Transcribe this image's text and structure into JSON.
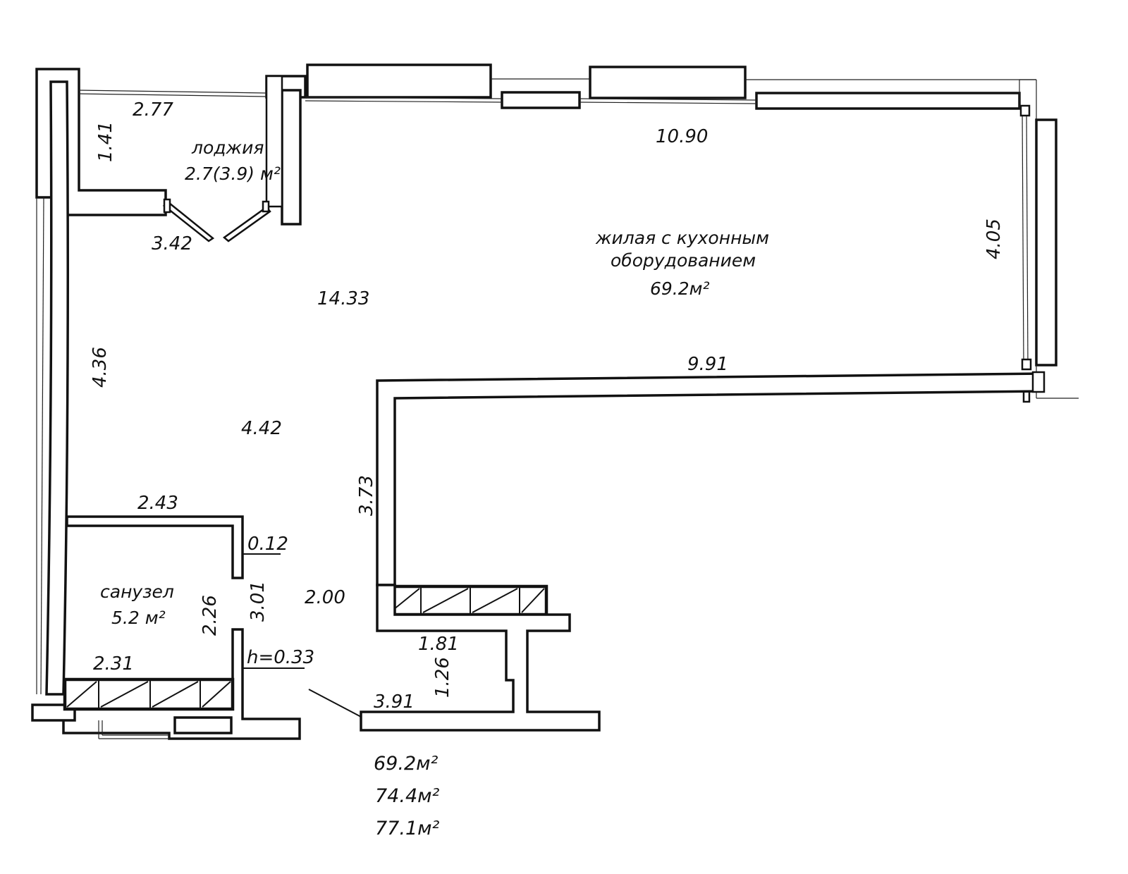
{
  "rooms": {
    "loggia": {
      "name": "лоджия",
      "area": "2.7(3.9) м²"
    },
    "living": {
      "name_line1": "жилая с кухонным",
      "name_line2": "оборудованием",
      "area": "69.2м²"
    },
    "bathroom": {
      "name": "санузел",
      "area": "5.2 м²"
    }
  },
  "dimensions": {
    "d_2_77": "2.77",
    "d_1_41": "1.41",
    "d_3_42": "3.42",
    "d_10_90": "10.90",
    "d_4_05": "4.05",
    "d_14_33": "14.33",
    "d_9_91": "9.91",
    "d_4_36": "4.36",
    "d_4_42": "4.42",
    "d_3_73": "3.73",
    "d_2_43": "2.43",
    "d_0_12": "0.12",
    "d_2_26": "2.26",
    "d_3_01": "3.01",
    "d_2_00": "2.00",
    "d_1_81": "1.81",
    "d_2_31": "2.31",
    "d_h": "h=0.33",
    "d_1_26": "1.26",
    "d_3_91": "3.91"
  },
  "totals": {
    "living_area": "69.2м²",
    "total_area": "74.4м²",
    "total_with_loggia": "77.1м²"
  }
}
